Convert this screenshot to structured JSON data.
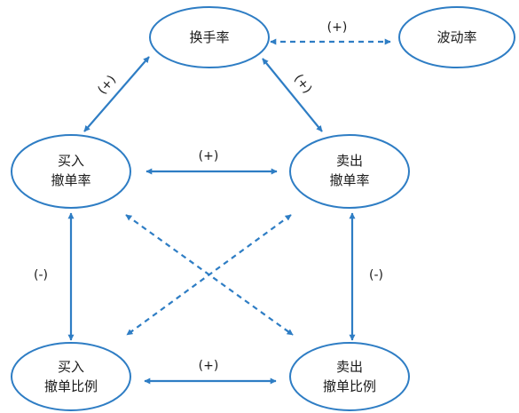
{
  "nodes": {
    "turnover": {
      "lines": [
        "换手率"
      ]
    },
    "volatility": {
      "lines": [
        "波动率"
      ]
    },
    "buy_cancel_rate": {
      "lines": [
        "买入",
        "撤单率"
      ]
    },
    "sell_cancel_rate": {
      "lines": [
        "卖出",
        "撤单率"
      ]
    },
    "buy_cancel_ratio": {
      "lines": [
        "买入",
        "撤单比例"
      ]
    },
    "sell_cancel_ratio": {
      "lines": [
        "卖出",
        "撤单比例"
      ]
    }
  },
  "edges": {
    "turnover_volatility": {
      "sign": "(+)",
      "style": "dashed"
    },
    "turnover_buy_rate": {
      "sign": "(+)",
      "style": "solid"
    },
    "turnover_sell_rate": {
      "sign": "(+)",
      "style": "solid"
    },
    "buy_rate_sell_rate": {
      "sign": "(+)",
      "style": "solid"
    },
    "buy_rate_buy_ratio": {
      "sign": "(-)",
      "style": "solid"
    },
    "sell_rate_sell_ratio": {
      "sign": "(-)",
      "style": "solid"
    },
    "buy_ratio_sell_ratio": {
      "sign": "(+)",
      "style": "solid"
    },
    "buy_rate_sell_ratio": {
      "sign": "",
      "style": "dashed"
    },
    "sell_rate_buy_ratio": {
      "sign": "",
      "style": "dashed"
    }
  },
  "colors": {
    "accent": "#2e7dc4",
    "text": "#1a1a1a",
    "background": "#ffffff"
  }
}
